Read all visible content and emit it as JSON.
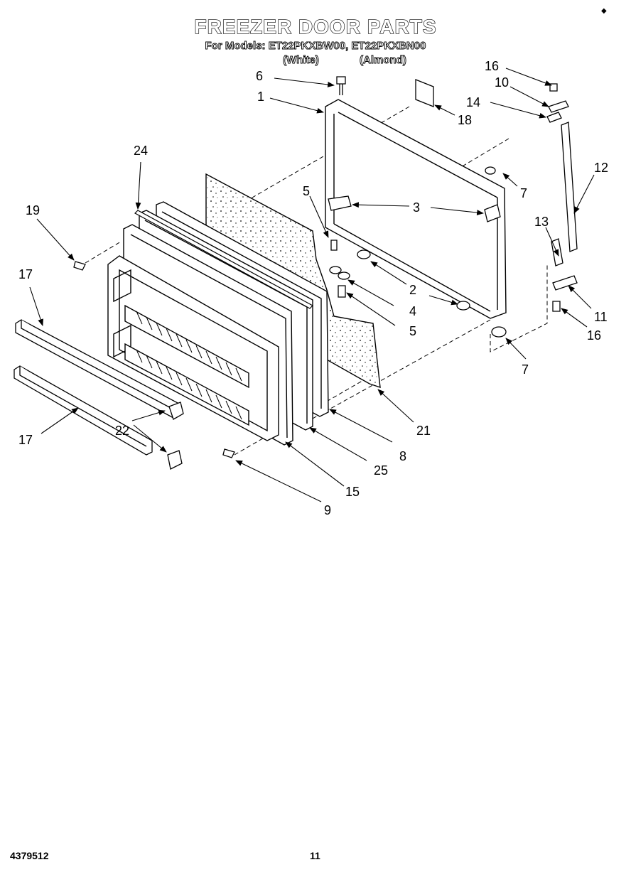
{
  "title": "FREEZER DOOR PARTS",
  "models_line": "For Models: ET22PKXBW00, ET22PKXBN00",
  "variants": [
    "(White)",
    "(Almond)"
  ],
  "footer": {
    "doc_number": "4379512",
    "page": "11"
  },
  "corner_mark": "◆",
  "callouts": [
    {
      "id": "6",
      "label": "6"
    },
    {
      "id": "1",
      "label": "1"
    },
    {
      "id": "24",
      "label": "24"
    },
    {
      "id": "19",
      "label": "19"
    },
    {
      "id": "17a",
      "label": "17"
    },
    {
      "id": "17b",
      "label": "17"
    },
    {
      "id": "22",
      "label": "22"
    },
    {
      "id": "5a",
      "label": "5"
    },
    {
      "id": "3",
      "label": "3"
    },
    {
      "id": "18",
      "label": "18"
    },
    {
      "id": "16a",
      "label": "16"
    },
    {
      "id": "10",
      "label": "10"
    },
    {
      "id": "14",
      "label": "14"
    },
    {
      "id": "12",
      "label": "12"
    },
    {
      "id": "7a",
      "label": "7"
    },
    {
      "id": "13",
      "label": "13"
    },
    {
      "id": "2",
      "label": "2"
    },
    {
      "id": "4",
      "label": "4"
    },
    {
      "id": "5b",
      "label": "5"
    },
    {
      "id": "11",
      "label": "11"
    },
    {
      "id": "16b",
      "label": "16"
    },
    {
      "id": "7b",
      "label": "7"
    },
    {
      "id": "21",
      "label": "21"
    },
    {
      "id": "8",
      "label": "8"
    },
    {
      "id": "25",
      "label": "25"
    },
    {
      "id": "15",
      "label": "15"
    },
    {
      "id": "9",
      "label": "9"
    }
  ]
}
